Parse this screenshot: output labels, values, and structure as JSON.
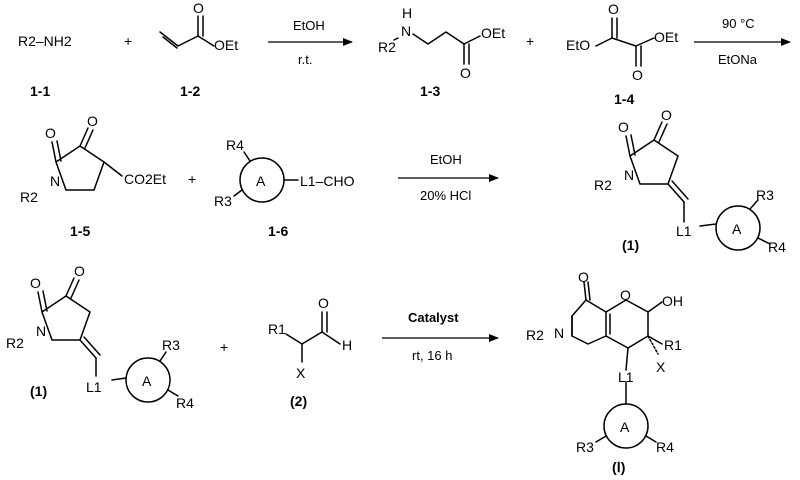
{
  "reaction1": {
    "amine": "R2–NH2",
    "plus1": "+",
    "acrylate_oet": "OEt",
    "acrylate_o": "O",
    "conditions_top": "EtOH",
    "conditions_bottom": "r.t.",
    "product_h": "H",
    "product_n": "N",
    "product_r2": "R2",
    "product_o": "O",
    "product_oet": "OEt",
    "plus2": "+",
    "oxalate_eto": "EtO",
    "oxalate_oet": "OEt",
    "oxalate_o1": "O",
    "oxalate_o2": "O",
    "conditions2_top": "90 °C",
    "conditions2_bottom": "EtONa",
    "id_1_1": "1-1",
    "id_1_2": "1-2",
    "id_1_3": "1-3",
    "id_1_4": "1-4"
  },
  "reaction2": {
    "pyr_o1": "O",
    "pyr_o2": "O",
    "pyr_n": "N",
    "pyr_r2": "R2",
    "pyr_co2et": "CO2Et",
    "plus": "+",
    "ald_r4": "R4",
    "ald_r3": "R3",
    "ald_ring": "A",
    "ald_chain": "L1–CHO",
    "conditions_top": "EtOH",
    "conditions_bottom": "20% HCl",
    "prod_o1": "O",
    "prod_o2": "O",
    "prod_n": "N",
    "prod_r2": "R2",
    "prod_r3": "R3",
    "prod_r4": "R4",
    "prod_ring": "A",
    "prod_l1": "L1",
    "id_1_5": "1-5",
    "id_1_6": "1-6",
    "id_1": "(1)"
  },
  "reaction3": {
    "s_o1": "O",
    "s_o2": "O",
    "s_n": "N",
    "s_r2": "R2",
    "s_r3": "R3",
    "s_r4": "R4",
    "s_ring": "A",
    "s_l1": "L1",
    "s_id": "(1)",
    "plus": "+",
    "ald_r1": "R1",
    "ald_x": "X",
    "ald_o": "O",
    "ald_h": "H",
    "ald_id": "(2)",
    "conditions_top": "Catalyst",
    "conditions_bottom": "rt, 16 h",
    "p_o_carbonyl": "O",
    "p_o_ring": "O",
    "p_oh": "OH",
    "p_n": "N",
    "p_r2": "R2",
    "p_r1": "R1",
    "p_x": "X",
    "p_l1": "L1",
    "p_ring": "A",
    "p_r3": "R3",
    "p_r4": "R4",
    "p_id": "(Ⅰ)"
  }
}
